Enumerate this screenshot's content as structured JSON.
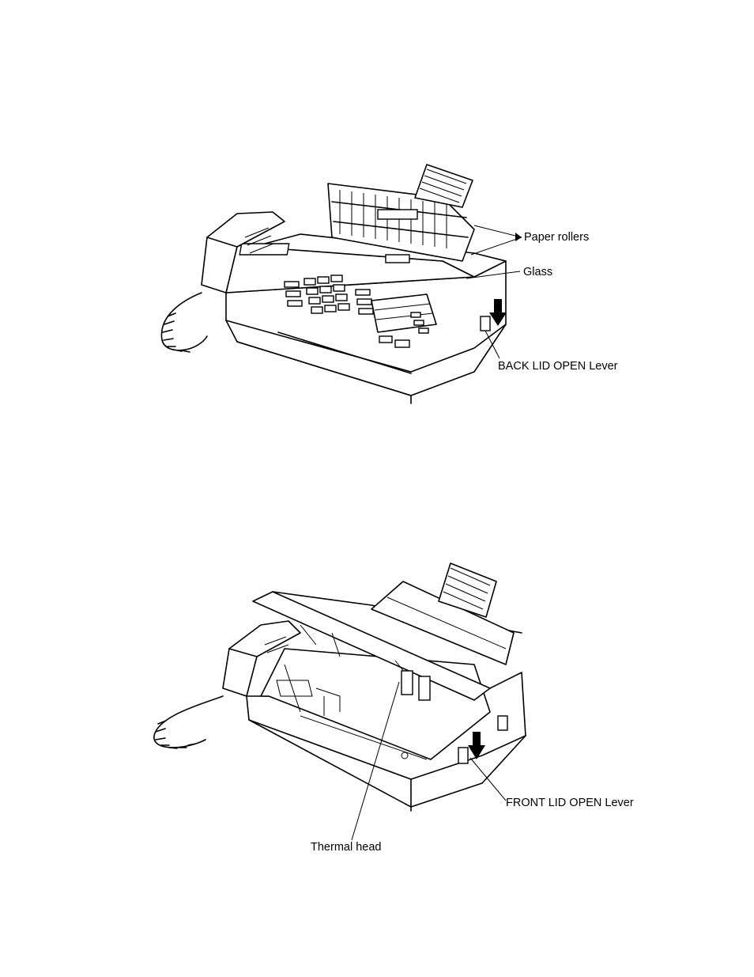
{
  "figure_top": {
    "labels": {
      "paper_rollers": "Paper rollers",
      "glass": "Glass",
      "back_lid_lever": "BACK LID OPEN Lever"
    }
  },
  "figure_bottom": {
    "labels": {
      "front_lid_lever": "FRONT LID OPEN Lever",
      "thermal_head": "Thermal head"
    }
  }
}
